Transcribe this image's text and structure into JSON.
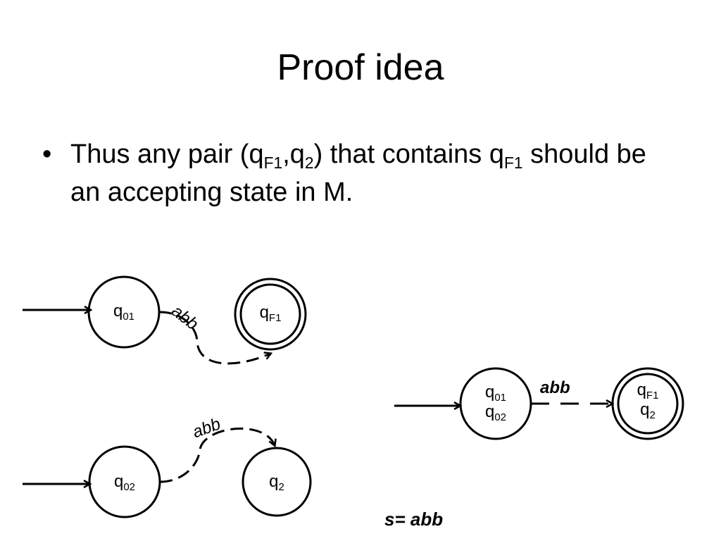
{
  "slide": {
    "title": "Proof idea",
    "bullet_symbol": "•",
    "bullet": {
      "part1": "Thus any pair (q",
      "sub1": "F1",
      "part2": ",q",
      "sub2": "2",
      "part3": ") that contains q",
      "sub3": "F1",
      "part4": " should be an accepting state in M."
    }
  },
  "diagram": {
    "m1": {
      "start": {
        "q": "q",
        "sub": "01"
      },
      "final": {
        "q": "q",
        "sub": "F1"
      },
      "edge_label": "abb"
    },
    "m2": {
      "start": {
        "q": "q",
        "sub": "02"
      },
      "end": {
        "q": "q",
        "sub": "2"
      },
      "edge_label": "abb"
    },
    "product": {
      "start_line1": {
        "q": "q",
        "sub": "01"
      },
      "start_line2": {
        "q": "q",
        "sub": "02"
      },
      "final_line1": {
        "q": "q",
        "sub": "F1"
      },
      "final_line2": {
        "q": "q",
        "sub": "2"
      },
      "edge_label": "abb"
    },
    "string_label": "s= abb"
  }
}
